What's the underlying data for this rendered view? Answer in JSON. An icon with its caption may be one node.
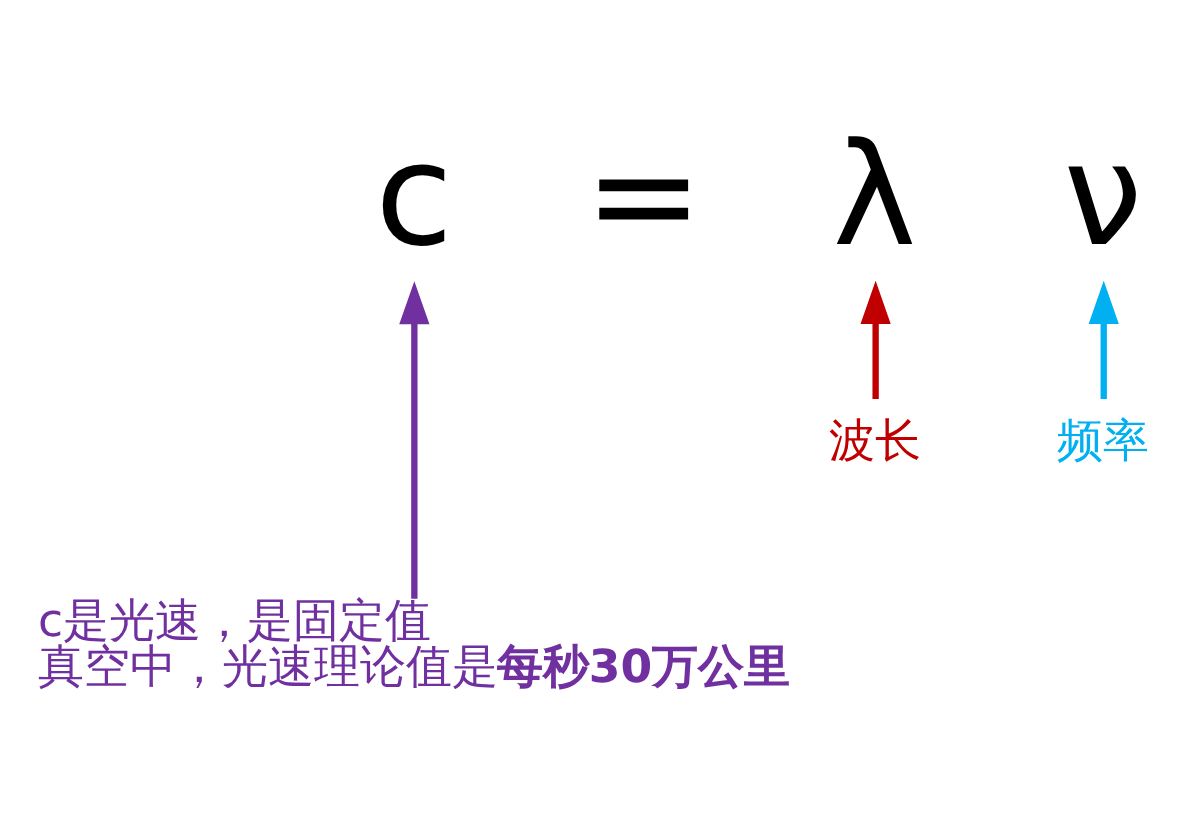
{
  "diagram": {
    "nodes": [
      {
        "text": [
          "c"
        ]
      },
      {
        "text": [
          "λ"
        ]
      },
      {
        "text": [
          "ν"
        ]
      },
      {
        "text": [
          "波长"
        ]
      },
      {
        "text": [
          "频率"
        ]
      },
      {
        "text": [
          "c是光速，是固定值",
          "真空中，光速理论值是**每秒30万公里**"
        ]
      }
    ],
    "edges": [
      {
        "from": 5,
        "to": 0,
        "arrow": "to",
        "color": "#7030a0"
      },
      {
        "from": 3,
        "to": 1,
        "arrow": "to",
        "color": "#c00000"
      },
      {
        "from": 4,
        "to": 2,
        "arrow": "to",
        "color": "#00b0f0"
      }
    ],
    "labels": [
      "="
    ]
  }
}
